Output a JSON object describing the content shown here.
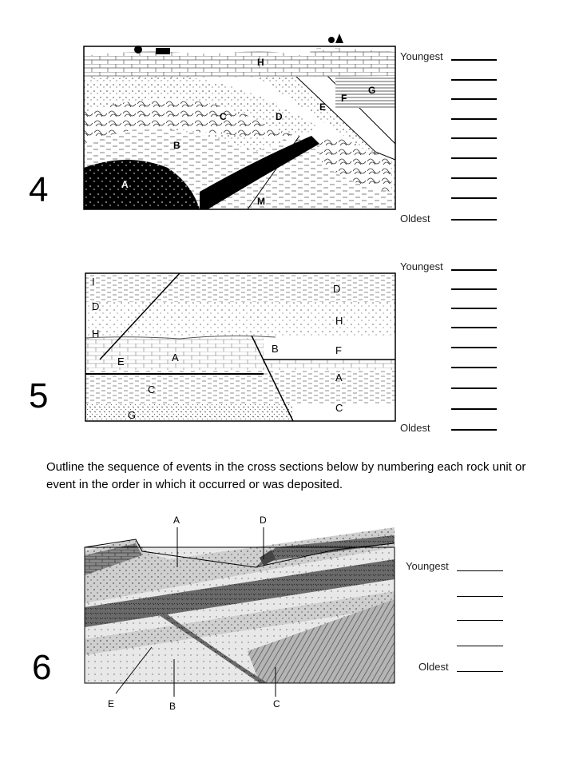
{
  "problems": [
    {
      "number": "4",
      "youngest_label": "Youngest",
      "oldest_label": "Oldest",
      "units": [
        "A",
        "B",
        "C",
        "D",
        "E",
        "F",
        "G",
        "H",
        "M"
      ],
      "blank_count": 9
    },
    {
      "number": "5",
      "youngest_label": "Youngest",
      "oldest_label": "Oldest",
      "units": [
        "I",
        "D",
        "H",
        "E",
        "A",
        "C",
        "G",
        "B",
        "F"
      ],
      "blank_count": 9
    },
    {
      "number": "6",
      "youngest_label": "Youngest",
      "oldest_label": "Oldest",
      "units": [
        "A",
        "D",
        "E",
        "B",
        "C"
      ],
      "blank_count": 5
    }
  ],
  "instructions": "Outline the sequence of events in the cross sections below by numbering each rock unit or event in the order in which it occurred or was deposited."
}
